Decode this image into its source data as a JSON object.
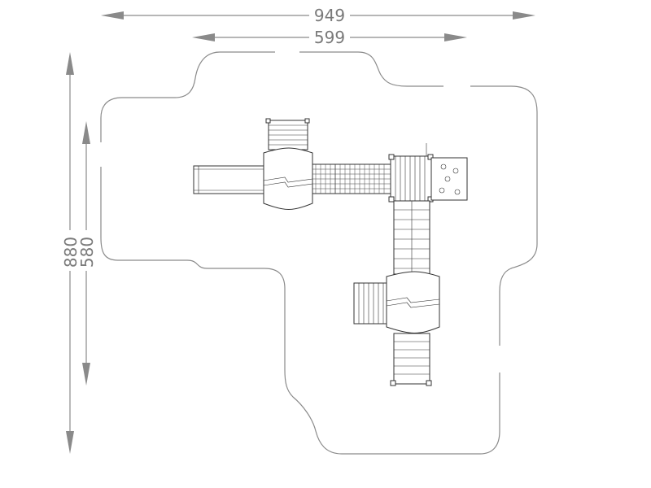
{
  "dimensions": {
    "outer_width": "949",
    "inner_width": "599",
    "outer_height": "880",
    "inner_height": "580"
  },
  "colors": {
    "line": "#8a8a8a",
    "equipment": "#333333",
    "background": "#ffffff"
  }
}
